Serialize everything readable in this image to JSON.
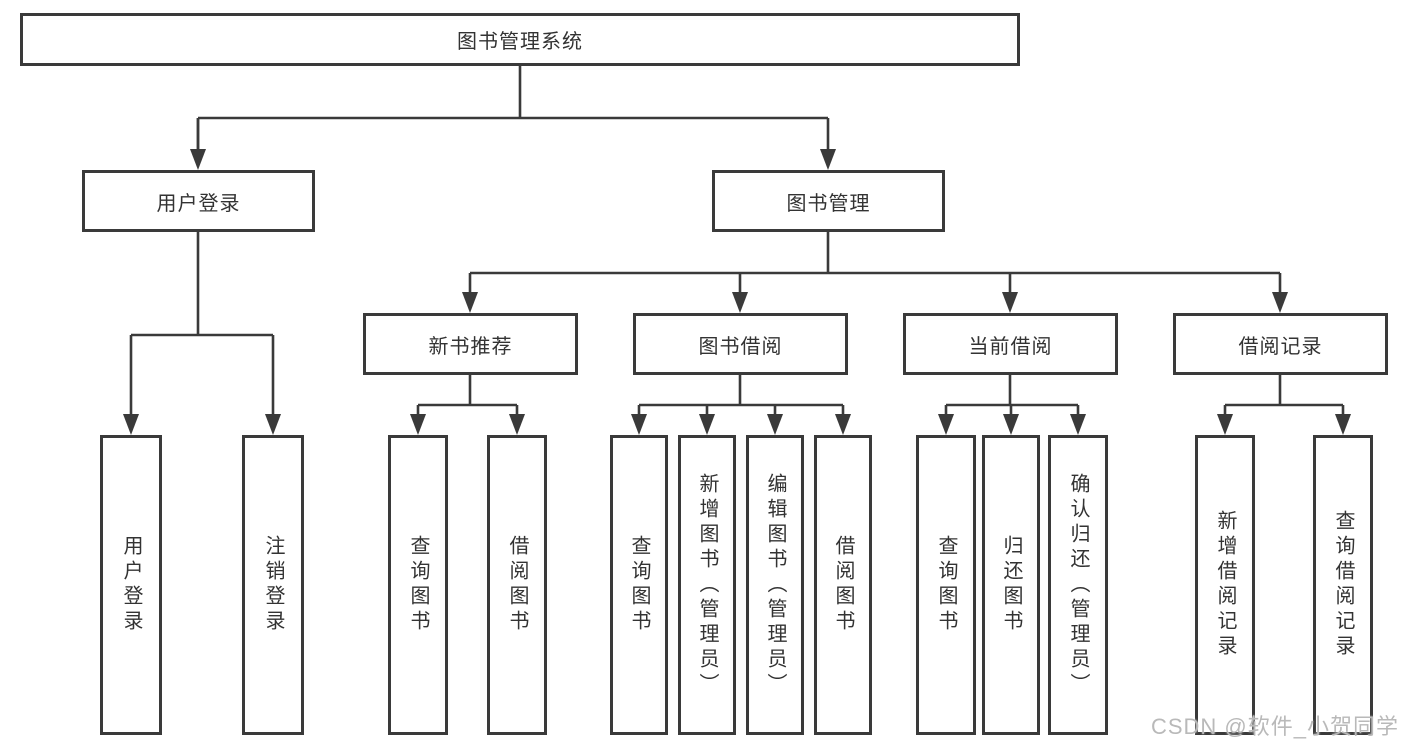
{
  "diagram": {
    "root": {
      "label": "图书管理系统"
    },
    "branches": [
      {
        "label": "用户登录",
        "leaves": [
          {
            "label": "用户登录"
          },
          {
            "label": "注销登录"
          }
        ]
      },
      {
        "label": "图书管理",
        "sections": [
          {
            "label": "新书推荐",
            "leaves": [
              {
                "label": "查询图书"
              },
              {
                "label": "借阅图书"
              }
            ]
          },
          {
            "label": "图书借阅",
            "leaves": [
              {
                "label": "查询图书"
              },
              {
                "label": "新增图书（管理员）"
              },
              {
                "label": "编辑图书（管理员）"
              },
              {
                "label": "借阅图书"
              }
            ]
          },
          {
            "label": "当前借阅",
            "leaves": [
              {
                "label": "查询图书"
              },
              {
                "label": "归还图书"
              },
              {
                "label": "确认归还（管理员）"
              }
            ]
          },
          {
            "label": "借阅记录",
            "leaves": [
              {
                "label": "新增借阅记录"
              },
              {
                "label": "查询借阅记录"
              }
            ]
          }
        ]
      }
    ]
  },
  "watermark": "CSDN @软件_小贺同学",
  "colors": {
    "line": "#3a3a3a",
    "text": "#333333",
    "background": "#ffffff",
    "watermark": "#b9b9b9"
  }
}
